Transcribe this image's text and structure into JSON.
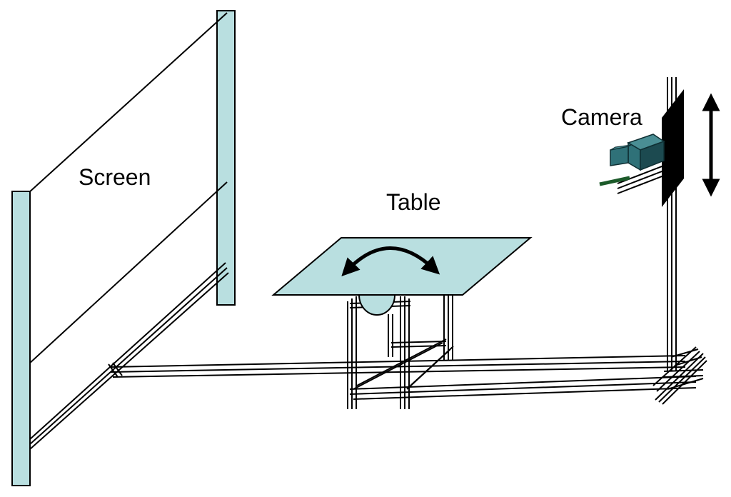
{
  "labels": {
    "screen": "Screen",
    "table": "Table",
    "camera": "Camera"
  },
  "colors": {
    "panel_fill": "#b9dfe0",
    "camera_body": "#2f7178",
    "camera_dark": "#1c4a50",
    "rail_stroke": "#000000",
    "lens_strip": "#1c5a2a"
  },
  "icons": {
    "rotation_arrow": "curved-double-arrow",
    "vertical_arrow": "vertical-double-arrow"
  }
}
